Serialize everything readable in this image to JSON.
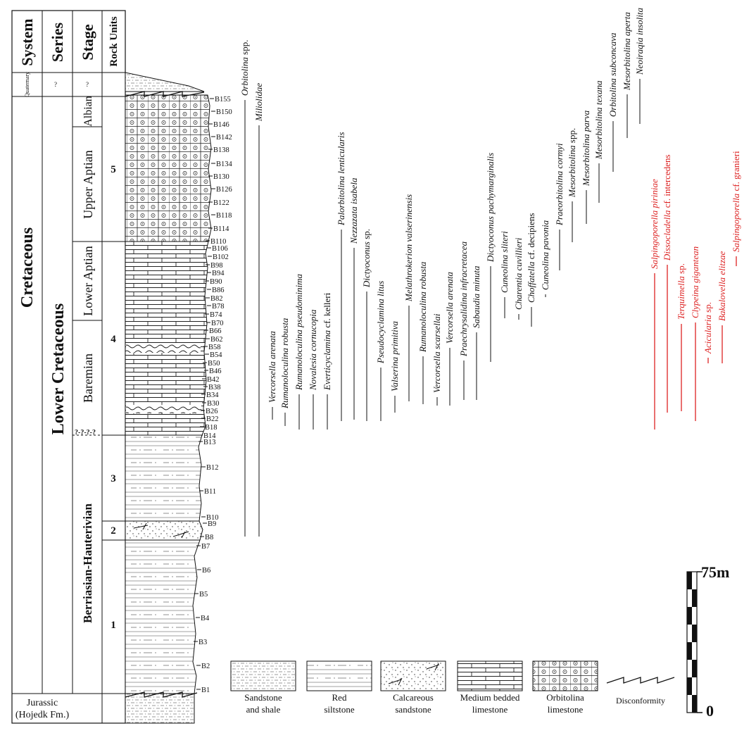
{
  "headers": {
    "system": "System",
    "series": "Series",
    "stage": "Stage",
    "rock_units": "Rock Units"
  },
  "column": {
    "system_cretaceous": "Cretaceous",
    "system_quaternary": "Quaternary",
    "series_lower_cretaceous": "Lower Cretaceous",
    "series_unknown": "?",
    "stage_unknown": "?",
    "stage_albian": "Albian",
    "stage_upper_aptian": "Upper Aptian",
    "stage_lower_aptian": "Lower Aptian",
    "stage_baremian": "Baremian",
    "stage_berriasian_hauterivian": "Berriasian-Hauterivian",
    "boundary_uncertain": "?-?-?-?",
    "jurassic_line1": "Jurassic",
    "jurassic_line2": "(Hojedk Fm.)"
  },
  "rock_units": [
    "5",
    "4",
    "3",
    "2",
    "1"
  ],
  "samples": [
    "B155",
    "B150",
    "B146",
    "B142",
    "B138",
    "B134",
    "B130",
    "B126",
    "B122",
    "B118",
    "B114",
    "B110",
    "B106",
    "B102",
    "B98",
    "B94",
    "B90",
    "B86",
    "B82",
    "B78",
    "B74",
    "B70",
    "B66",
    "B62",
    "B58",
    "B54",
    "B50",
    "B46",
    "B42",
    "B38",
    "B34",
    "B30",
    "B26",
    "B22",
    "B18",
    "B14",
    "B13",
    "B12",
    "B11",
    "B10",
    "B9",
    "B8",
    "B7",
    "B6",
    "B5",
    "B4",
    "B3",
    "B2",
    "B1"
  ],
  "species_black": [
    {
      "name": "Orbitolina",
      "suffix": " spp."
    },
    {
      "name": "Miliolidae",
      "suffix": ""
    },
    {
      "name": "Vercorsella arenata",
      "suffix": ""
    },
    {
      "name": "Rumanoloculina robusta",
      "suffix": ""
    },
    {
      "name": "Rumanoloculina pseudominima",
      "suffix": ""
    },
    {
      "name": "Novalesia cornucopia",
      "suffix": ""
    },
    {
      "name": "Everticyclamina",
      "suffix": " cf. kelleri"
    },
    {
      "name": "Palorbitolina lenticularis",
      "suffix": ""
    },
    {
      "name": "Nezzazata isabela",
      "suffix": ""
    },
    {
      "name": "Dictyoconus",
      "suffix": " sp."
    },
    {
      "name": "Pseudocyclamina litus",
      "suffix": ""
    },
    {
      "name": "Valserina primitiva",
      "suffix": ""
    },
    {
      "name": "Melathrokerion valserinensis",
      "suffix": ""
    },
    {
      "name": "Rumanoloculina robusta",
      "suffix": ""
    },
    {
      "name": "Vercorsella scarsellai",
      "suffix": ""
    },
    {
      "name": "Vercorsella arenata",
      "suffix": ""
    },
    {
      "name": "Praechrysalidina infracretacea",
      "suffix": ""
    },
    {
      "name": "Sabaudia minuta",
      "suffix": ""
    },
    {
      "name": "Dictyoconus pachymarginalis",
      "suffix": ""
    },
    {
      "name": "Cuneolina sliteri",
      "suffix": ""
    },
    {
      "name": "Charentia cuvillieri",
      "suffix": ""
    },
    {
      "name": "Choffatella",
      "suffix": " cf. decipiens"
    },
    {
      "name": "Cuneolina pavonia",
      "suffix": ""
    },
    {
      "name": "Praeorbitolina cormyi",
      "suffix": ""
    },
    {
      "name": "Mesorbitolina",
      "suffix": " spp."
    },
    {
      "name": "Mesorbitolina parva",
      "suffix": ""
    },
    {
      "name": "Mesorbitolina texana",
      "suffix": ""
    },
    {
      "name": "Orbitolina subconcava",
      "suffix": ""
    },
    {
      "name": "Mesorbitolina aperta",
      "suffix": ""
    },
    {
      "name": "Neoiraqia insolita",
      "suffix": ""
    }
  ],
  "species_red": [
    {
      "name": "Salpingoporella piriniae",
      "suffix": ""
    },
    {
      "name": "Dissocladella",
      "suffix": " cf. intercedens"
    },
    {
      "name": "Terquimella",
      "suffix": " sp."
    },
    {
      "name": "Clypeina gigantean",
      "suffix": ""
    },
    {
      "name": "Acicularia",
      "suffix": " sp."
    },
    {
      "name": "Bakalovella elitzae",
      "suffix": ""
    },
    {
      "name": "Salpingoporella",
      "suffix": " cf. granieri"
    }
  ],
  "legend": [
    {
      "line1": "Sandstone",
      "line2": "and shale"
    },
    {
      "line1": "Red",
      "line2": "siltstone"
    },
    {
      "line1": "Calcareous",
      "line2": "sandstone"
    },
    {
      "line1": "Medium bedded",
      "line2": "limestone"
    },
    {
      "line1": "Orbitolina",
      "line2": "limestone"
    },
    {
      "line1": "Disconformity",
      "line2": ""
    }
  ],
  "scale": {
    "top": "75m",
    "bottom": "0"
  },
  "colors": {
    "ink": "#111111",
    "red": "#dd2222"
  }
}
